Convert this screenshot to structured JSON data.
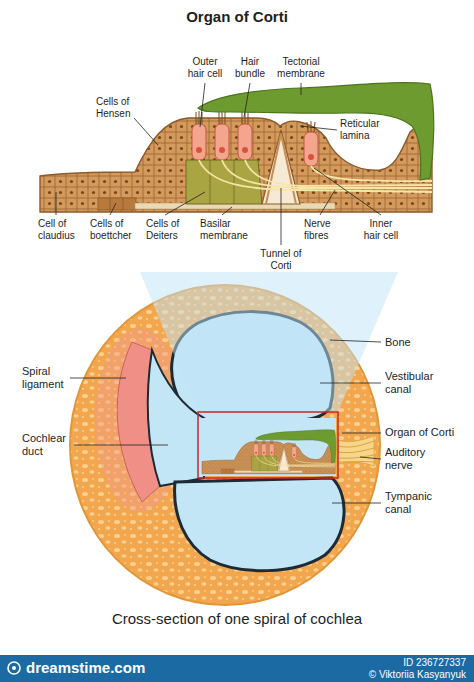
{
  "diagram": {
    "title": "Organ of Corti",
    "caption": "Cross-section of one spiral of cochlea",
    "labels": [
      "Outer hair cell",
      "Hair bundle",
      "Tectorial membrane",
      "Cells of Hensen",
      "Reticular lamina",
      "Cell of claudius",
      "Cells of boettcher",
      "Cells of Deiters",
      "Basilar membrane",
      "Nerve fibres",
      "Inner hair cell",
      "Tunnel of Corti",
      "Bone",
      "Spiral ligament",
      "Vestibular canal",
      "Cochlear duct",
      "Organ of Corti",
      "Auditory nerve",
      "Tympanic canal",
      "dreamstime.com",
      "ID 236727337",
      "© Viktoriia Kasyanyuk"
    ]
  }
}
